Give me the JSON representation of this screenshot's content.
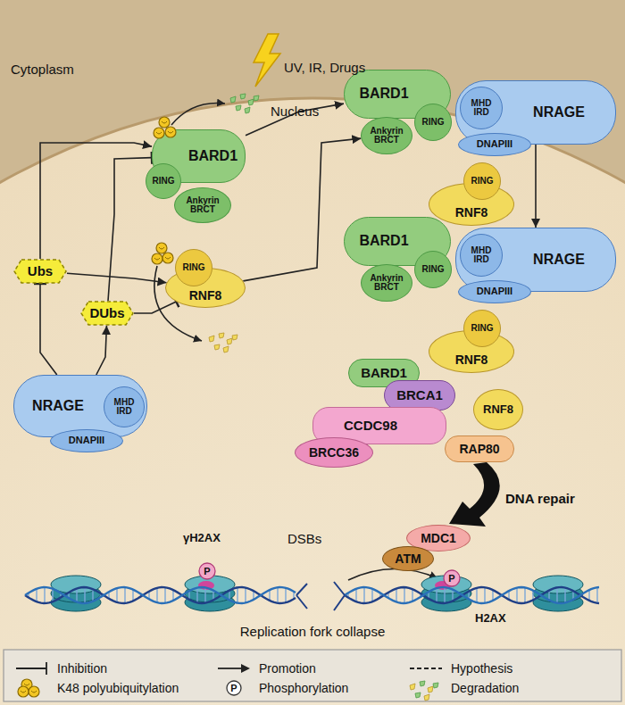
{
  "diagram": {
    "nodes": [
      {
        "text": [
          "Ubs"
        ]
      },
      {
        "text": [
          "DUbs"
        ]
      },
      {
        "text": [
          "NRAGE"
        ]
      },
      {
        "text": [
          "MHD IRD"
        ],
        "in": 2
      },
      {
        "text": [
          "DNAPIII"
        ],
        "in": 2
      },
      {
        "text": [
          "BARD1"
        ]
      },
      {
        "text": [
          "RING"
        ],
        "in": 5
      },
      {
        "text": [
          "Ankyrin BRCT"
        ],
        "in": 5
      },
      {
        "text": [
          "RNF8"
        ]
      },
      {
        "text": [
          "RING"
        ],
        "in": 8
      },
      {
        "text": [
          "BARD1"
        ]
      },
      {
        "text": [
          "RING"
        ],
        "in": 10
      },
      {
        "text": [
          "Ankyrin BRCT"
        ],
        "in": 10
      },
      {
        "text": [
          "NRAGE"
        ]
      },
      {
        "text": [
          "MHD IRD"
        ],
        "in": 13
      },
      {
        "text": [
          "DNAPIII"
        ],
        "in": 13
      },
      {
        "text": [
          "RNF8"
        ]
      },
      {
        "text": [
          "RING"
        ],
        "in": 16
      },
      {
        "text": [
          "BARD1"
        ]
      },
      {
        "text": [
          "RING"
        ],
        "in": 18
      },
      {
        "text": [
          "Ankyrin BRCT"
        ],
        "in": 18
      },
      {
        "text": [
          "NRAGE"
        ]
      },
      {
        "text": [
          "MHD IRD"
        ],
        "in": 21
      },
      {
        "text": [
          "DNAPIII"
        ],
        "in": 21
      },
      {
        "text": [
          "RNF8"
        ]
      },
      {
        "text": [
          "RING"
        ],
        "in": 24
      },
      {
        "text": [
          "BARD1"
        ]
      },
      {
        "text": [
          "BRCA1"
        ]
      },
      {
        "text": [
          "CCDC98"
        ]
      },
      {
        "text": [
          "BRCC36"
        ]
      },
      {
        "text": [
          "RAP80"
        ]
      },
      {
        "text": [
          "RNF8"
        ]
      },
      {
        "text": [
          "MDC1"
        ]
      },
      {
        "text": [
          "ATM"
        ]
      }
    ],
    "edges": [
      {
        "from": 2,
        "to": 0,
        "arrow": "to"
      },
      {
        "from": 2,
        "to": 1,
        "arrow": "to"
      },
      {
        "from": 0,
        "to": 5,
        "arrow": "to"
      },
      {
        "from": 0,
        "to": 8,
        "arrow": "to"
      },
      {
        "from": 1,
        "to": 5,
        "arrow": "to"
      },
      {
        "from": 1,
        "to": 8,
        "arrow": "to"
      },
      {
        "from": 5,
        "to": 10,
        "arrow": "to"
      },
      {
        "from": 8,
        "to": 12,
        "arrow": "to"
      },
      {
        "from": 13,
        "to": 21,
        "arrow": "to"
      }
    ],
    "labels": [
      "Cytoplasm",
      "UV, IR, Drugs",
      "Nucleus",
      "DNA repair",
      "γH2AX",
      "P",
      "DSBs",
      "P",
      "H2AX",
      "Replication fork collapse",
      "P"
    ],
    "legend": [
      {
        "text": "Inhibition"
      },
      {
        "text": "Promotion"
      },
      {
        "text": "Hypothesis"
      },
      {
        "text": "K48 polyubiquitylation"
      },
      {
        "text": "Phosphorylation"
      },
      {
        "text": "Degradation"
      }
    ]
  }
}
